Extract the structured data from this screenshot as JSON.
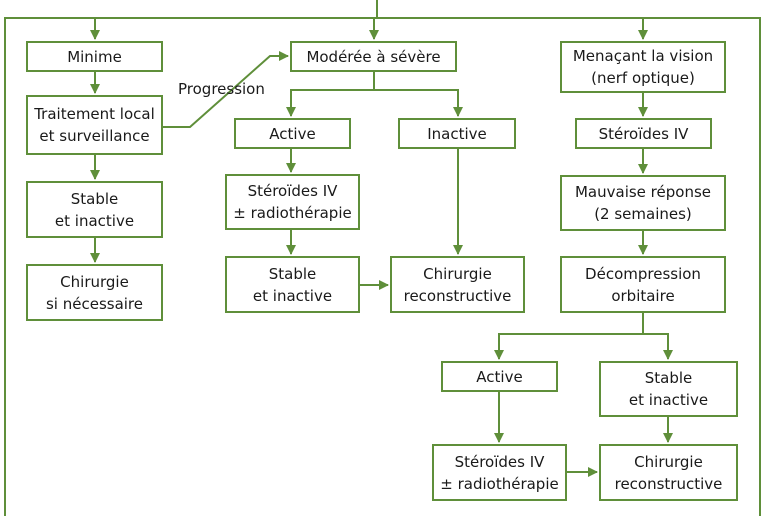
{
  "colors": {
    "line": "#5f8f3a",
    "text": "#1a1a1a",
    "background": "#ffffff"
  },
  "nodes": {
    "minime": {
      "lines": [
        "Minime"
      ]
    },
    "traitement": {
      "lines": [
        "Traitement local",
        "et surveillance"
      ]
    },
    "stable1": {
      "lines": [
        "Stable",
        "et inactive"
      ]
    },
    "chirurgie1": {
      "lines": [
        "Chirurgie",
        "si nécessaire"
      ]
    },
    "moderee": {
      "lines": [
        "Modérée à sévère"
      ]
    },
    "active1": {
      "lines": [
        "Active"
      ]
    },
    "inactive": {
      "lines": [
        "Inactive"
      ]
    },
    "steroides_radio1": {
      "lines": [
        "Stéroïdes IV",
        "± radiothérapie"
      ]
    },
    "stable2": {
      "lines": [
        "Stable",
        "et inactive"
      ]
    },
    "chir_recon1": {
      "lines": [
        "Chirurgie",
        "reconstructive"
      ]
    },
    "menacant": {
      "lines": [
        "Menaçant la vision",
        "(nerf optique)"
      ]
    },
    "steroides_iv": {
      "lines": [
        "Stéroïdes IV"
      ]
    },
    "mauvaise": {
      "lines": [
        "Mauvaise réponse",
        "(2 semaines)"
      ]
    },
    "decompression": {
      "lines": [
        "Décompression",
        "orbitaire"
      ]
    },
    "active2": {
      "lines": [
        "Active"
      ]
    },
    "stable3": {
      "lines": [
        "Stable",
        "et inactive"
      ]
    },
    "steroides_radio2": {
      "lines": [
        "Stéroïdes IV",
        "± radiothérapie"
      ]
    },
    "chir_recon2": {
      "lines": [
        "Chirurgie",
        "reconstructive"
      ]
    }
  },
  "edge_labels": {
    "progression": "Progression"
  }
}
